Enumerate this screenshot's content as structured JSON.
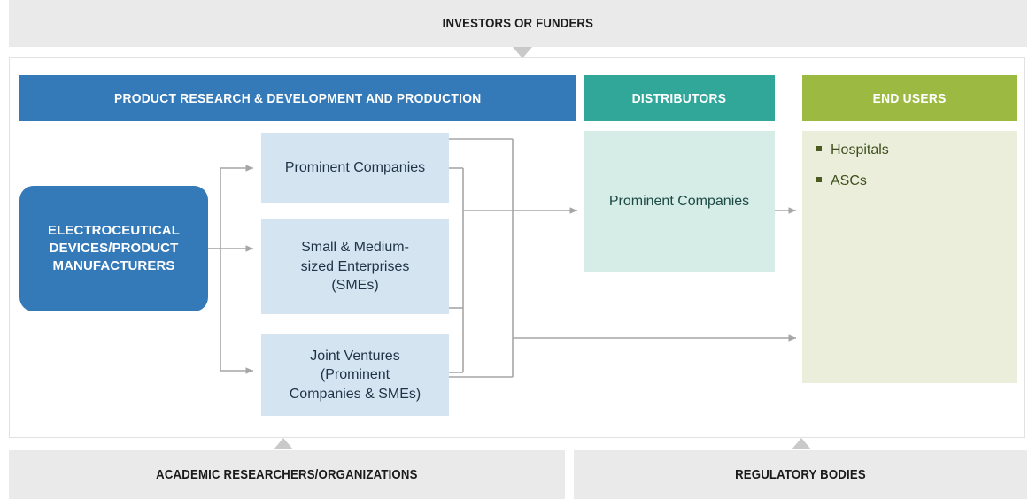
{
  "context_bars": {
    "investors": "INVESTORS OR FUNDERS",
    "academic": "ACADEMIC RESEARCHERS/ORGANIZATIONS",
    "regulatory": "REGULATORY BODIES"
  },
  "columns": {
    "rnd": {
      "header": "PRODUCT RESEARCH & DEVELOPMENT AND PRODUCTION"
    },
    "distributors": {
      "header": "DISTRIBUTORS",
      "item": "Prominent Companies"
    },
    "end_users": {
      "header": "END USERS",
      "items": [
        "Hospitals",
        "ASCs"
      ]
    }
  },
  "manufacturers": {
    "label": "ELECTROCEUTICAL\nDEVICES/PRODUCT\nMANUFACTURERS"
  },
  "product_boxes": [
    {
      "label": "Prominent Companies"
    },
    {
      "label": "Small & Medium-\nsized Enterprises\n(SMEs)"
    },
    {
      "label": "Joint Ventures\n(Prominent\nCompanies & SMEs)"
    }
  ],
  "colors": {
    "rnd_header": "#3479b8",
    "distributors_header": "#31a79a",
    "end_users_header": "#9cba42",
    "product_box_fill": "#d5e4f1",
    "distributor_box_fill": "#d6ece7",
    "end_users_box_fill": "#eaeedb",
    "context_bar_fill": "#eaeaea",
    "connector_line": "#a6a6a6"
  }
}
